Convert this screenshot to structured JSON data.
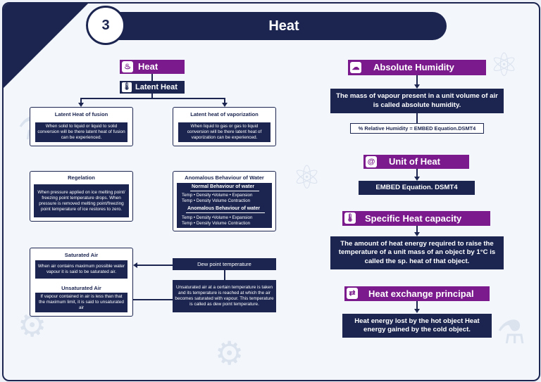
{
  "header": {
    "number": "3",
    "title": "Heat"
  },
  "left": {
    "heat_tag": "Heat",
    "latent_tag": "Latent Heat",
    "fusion": {
      "title": "Latent Heat of fusion",
      "text": "When solid to liquid or liquid to solid conversion will be there latent heat of fusion can be experienced."
    },
    "vaporization": {
      "title": "Latent heat of vaporization",
      "text": "When liquid to gas or gas to liquid conversion will be there latent heat of vaporization can be experienced."
    },
    "regelation": {
      "title": "Regelation",
      "text": "When pressure applied on ice melting point/ freezing point temperature drops. When pressure is removed melting point/freezing point temperature of ice restores to zero."
    },
    "anomalous": {
      "title": "Anomalous Behaviour of Water",
      "normal_title": "Normal Behaviour of water",
      "normal_line1": "Temp • Density •Volume • Expansion",
      "normal_line2": "Temp • Density Volume Contraction",
      "anom_title": "Anomalous Behaviour of water",
      "anom_line1": "Temp • Density •Volume • Expansion",
      "anom_line2": "Temp • Density Volume Contraction"
    },
    "saturated": {
      "title": "Saturated Air",
      "text": "When air contains maximum possible water vapour it is said to be saturated air."
    },
    "unsaturated": {
      "title": "Unsaturated Air",
      "text": "If vapour contained in air is less than that the maximum limit, it is said to unsaturated air"
    },
    "dew_point": "Dew point temperature",
    "dew_text": "Unsaturated air at a certain temperature is taken and its temperature is reached at which the air becomes saturated with vapour. This temperature is called as dew point temperature."
  },
  "right": {
    "abs_tag": "Absolute Humidity",
    "abs_text": "The mass of vapour present in a unit volume of air is called absolute humidity.",
    "rh_text": "% Relative Humidity = EMBED Equation.DSMT4",
    "unit_tag": "Unit of Heat",
    "unit_text": "EMBED Equation. DSMT4",
    "specific_tag": "Specific Heat capacity",
    "specific_text": "The amount of heat energy required to raise the temperature of a unit mass of an object by 1°C is called the sp. heat of that object.",
    "exchange_tag": "Heat exchange principal",
    "exchange_text": "Heat energy lost by the hot object Heat energy gained by the cold object."
  }
}
